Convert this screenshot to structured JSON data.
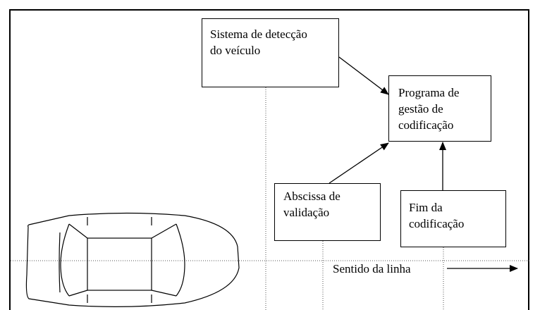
{
  "boxes": {
    "detection_system": {
      "lines": [
        "Sistema de detecção",
        "do veículo"
      ]
    },
    "coding_program": {
      "lines": [
        "Programa de",
        "gestão de",
        "codificação"
      ]
    },
    "validation_abscissa": {
      "lines": [
        "Abscissa de",
        "validação"
      ]
    },
    "coding_end": {
      "lines": [
        "Fim da",
        "codificação"
      ]
    }
  },
  "direction_label": "Sentido da linha",
  "colors": {
    "stroke": "#000000",
    "background": "#ffffff",
    "dotted": "#555555"
  }
}
